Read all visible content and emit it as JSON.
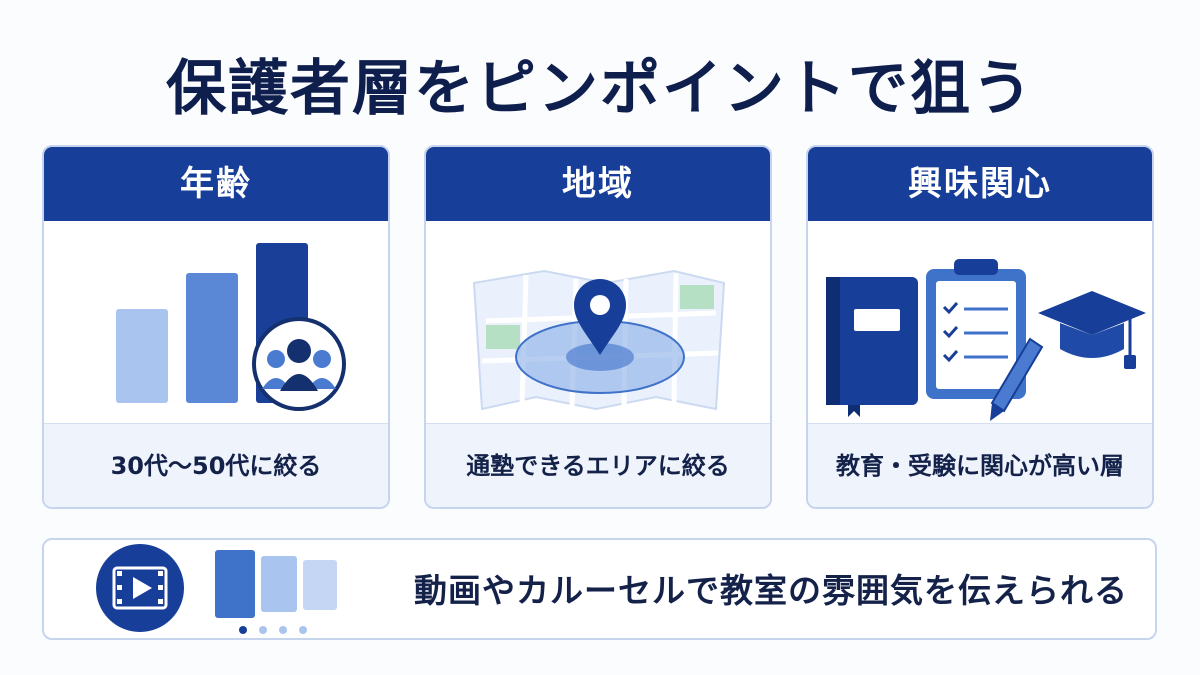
{
  "title": "保護者層をピンポイントで狙う",
  "cards": [
    {
      "heading": "年齢",
      "caption": "30代〜50代に絞る",
      "icon": "bar-chart-with-people-icon"
    },
    {
      "heading": "地域",
      "caption": "通塾できるエリアに絞る",
      "icon": "map-pin-icon"
    },
    {
      "heading": "興味関心",
      "caption": "教育・受験に関心が高い層",
      "icon": "education-icons"
    }
  ],
  "bottom": {
    "text": "動画やカルーセルで教室の雰囲気を伝えられる",
    "icon": "video-play-icon",
    "carousel_pages": 4,
    "carousel_active": 1
  },
  "colors": {
    "navy": "#173e98",
    "dark_text": "#0f1f4d",
    "light_bg": "#eef3fc",
    "accent_blue": "#3f72c9",
    "light_blue": "#a9c4ee"
  }
}
